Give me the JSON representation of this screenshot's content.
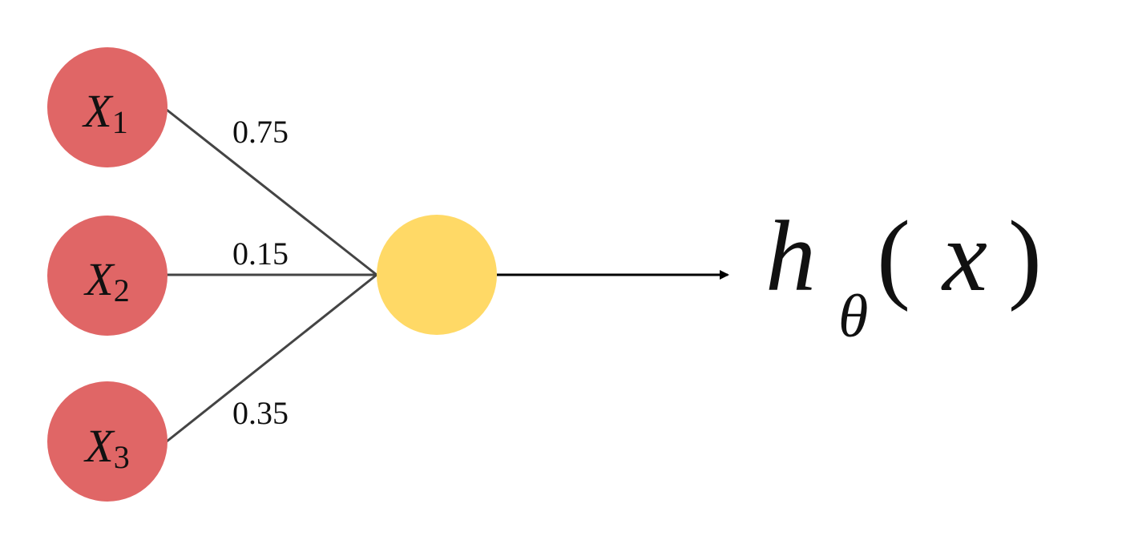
{
  "inputs": [
    {
      "symbol": "X",
      "subscript": "1",
      "weight": "0.75"
    },
    {
      "symbol": "X",
      "subscript": "2",
      "weight": "0.15"
    },
    {
      "symbol": "X",
      "subscript": "3",
      "weight": "0.35"
    }
  ],
  "output": {
    "h": "h",
    "theta": "θ",
    "open_paren": "(",
    "x": "x",
    "close_paren": ")"
  },
  "colors": {
    "input_node": "#e06666",
    "neuron_node": "#ffd966",
    "edge": "#444444",
    "arrow": "#000000"
  }
}
